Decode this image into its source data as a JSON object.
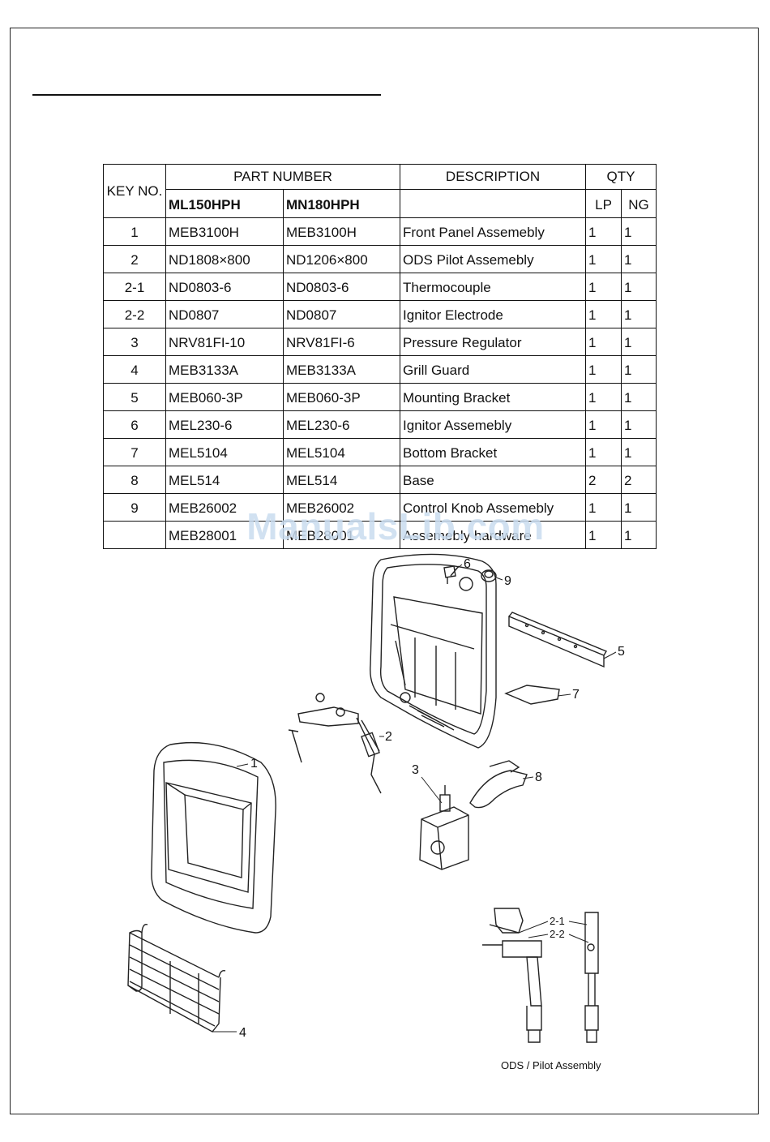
{
  "table": {
    "headers": {
      "key_no": "KEY NO.",
      "part_number": "PART NUMBER",
      "description": "DESCRIPTION",
      "qty": "QTY",
      "model_a": "ML150HPH",
      "model_b": "MN180HPH",
      "lp": "LP",
      "ng": "NG"
    },
    "rows": [
      {
        "key": "1",
        "a": "MEB3100H",
        "b": "MEB3100H",
        "desc": "Front Panel Assemebly",
        "lp": "1",
        "ng": "1"
      },
      {
        "key": "2",
        "a": "ND1808×800",
        "b": "ND1206×800",
        "desc": "ODS Pilot Assemebly",
        "lp": "1",
        "ng": "1"
      },
      {
        "key": "2-1",
        "a": "ND0803-6",
        "b": "ND0803-6",
        "desc": "Thermocouple",
        "lp": "1",
        "ng": "1"
      },
      {
        "key": "2-2",
        "a": "ND0807",
        "b": "ND0807",
        "desc": "Ignitor Electrode",
        "lp": "1",
        "ng": "1"
      },
      {
        "key": "3",
        "a": "NRV81FI-10",
        "b": "NRV81FI-6",
        "desc": "Pressure Regulator",
        "lp": "1",
        "ng": "1"
      },
      {
        "key": "4",
        "a": "MEB3133A",
        "b": "MEB3133A",
        "desc": "Grill Guard",
        "lp": "1",
        "ng": "1"
      },
      {
        "key": "5",
        "a": "MEB060-3P",
        "b": "MEB060-3P",
        "desc": "Mounting Bracket",
        "lp": "1",
        "ng": "1"
      },
      {
        "key": "6",
        "a": "MEL230-6",
        "b": "MEL230-6",
        "desc": "Ignitor Assemebly",
        "lp": "1",
        "ng": "1"
      },
      {
        "key": "7",
        "a": "MEL5104",
        "b": "MEL5104",
        "desc": "Bottom Bracket",
        "lp": "1",
        "ng": "1"
      },
      {
        "key": "8",
        "a": "MEL514",
        "b": "MEL514",
        "desc": "Base",
        "lp": "2",
        "ng": "2"
      },
      {
        "key": "9",
        "a": "MEB26002",
        "b": "MEB26002",
        "desc": "Control Knob Assemebly",
        "lp": "1",
        "ng": "1"
      },
      {
        "key": "",
        "a": "MEB28001",
        "b": "MEB28001",
        "desc": "Assemebly hardware",
        "lp": "1",
        "ng": "1"
      }
    ]
  },
  "watermark": "ManualsLib.com",
  "diagram": {
    "callouts": [
      "1",
      "2",
      "3",
      "4",
      "5",
      "6",
      "7",
      "8",
      "9",
      "2-1",
      "2-2"
    ],
    "caption": "ODS / Pilot Assembly"
  }
}
